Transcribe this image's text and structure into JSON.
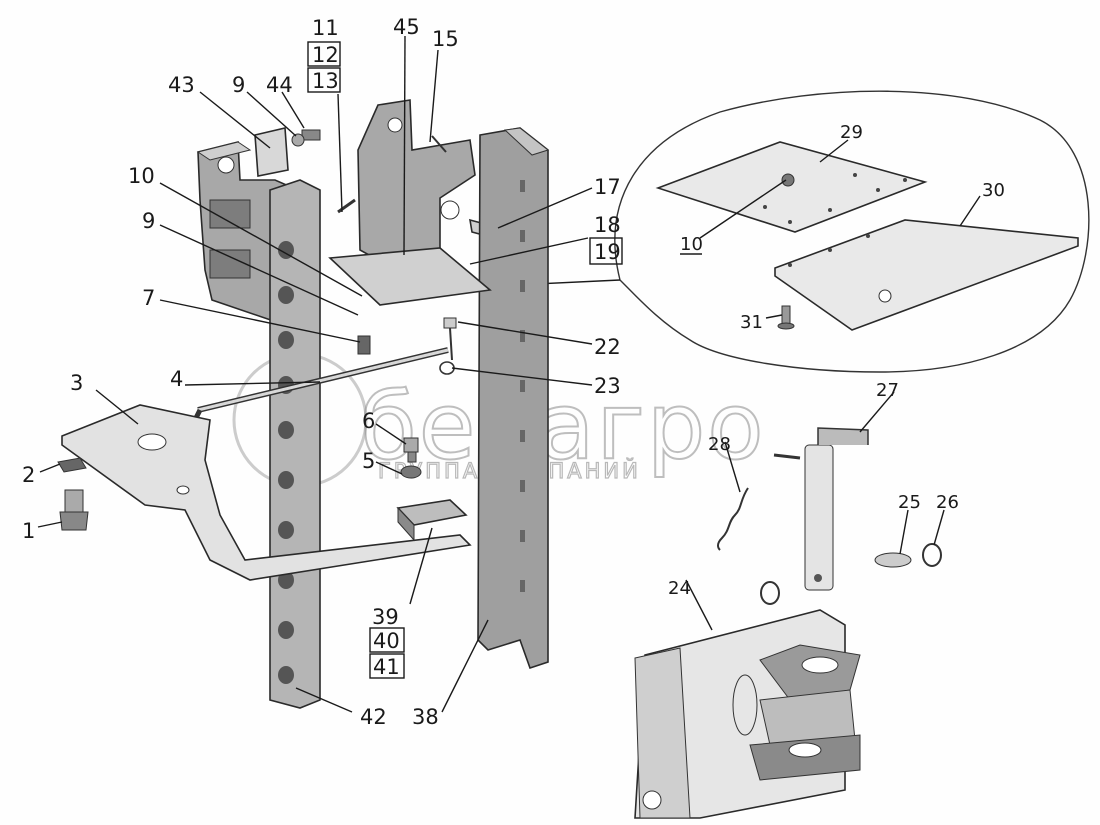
{
  "watermark": {
    "brand": "белагро",
    "tagline": "ГРУППА КОМПАНИЙ"
  },
  "callouts": {
    "c1": "1",
    "c2": "2",
    "c3": "3",
    "c4": "4",
    "c5": "5",
    "c6": "6",
    "c7": "7",
    "c9a": "9",
    "c9b": "9",
    "c10a": "10",
    "c10b": "10",
    "c11": "11",
    "c12": "12",
    "c13": "13",
    "c15": "15",
    "c17": "17",
    "c18": "18",
    "c19": "19",
    "c22": "22",
    "c23": "23",
    "c24": "24",
    "c25": "25",
    "c26": "26",
    "c27": "27",
    "c28": "28",
    "c29": "29",
    "c30": "30",
    "c31": "31",
    "c38": "38",
    "c39": "39",
    "c40": "40",
    "c41": "41",
    "c42": "42",
    "c43": "43",
    "c44": "44",
    "c45": "45"
  }
}
